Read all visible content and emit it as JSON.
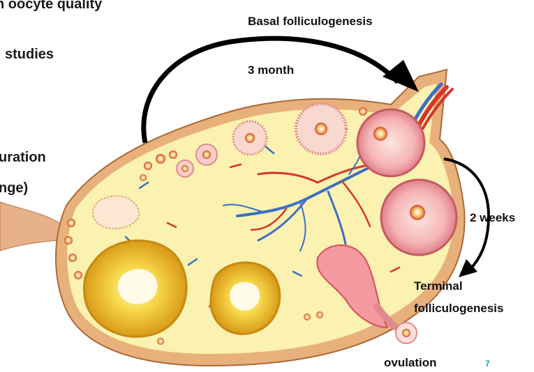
{
  "slide": {
    "left_text": [
      "n oocyte quality",
      "studies",
      "uration",
      "nge)"
    ],
    "page_number": "7"
  },
  "diagram": {
    "labels": {
      "basal": "Basal folliculogenesis",
      "three_month": "3 month",
      "two_weeks": "2 weeks",
      "terminal_1": "Terminal",
      "terminal_2": "folliculogenesis",
      "ovulation": "ovulation"
    },
    "colors": {
      "stroma": "#fbf1b0",
      "capsule": "#e8b07a",
      "follicle_pink": "#f4a9ae",
      "corpus_luteum": "#f2c530",
      "artery": "#d9342b",
      "vein": "#3a6fc4",
      "arrow": "#000000"
    }
  }
}
